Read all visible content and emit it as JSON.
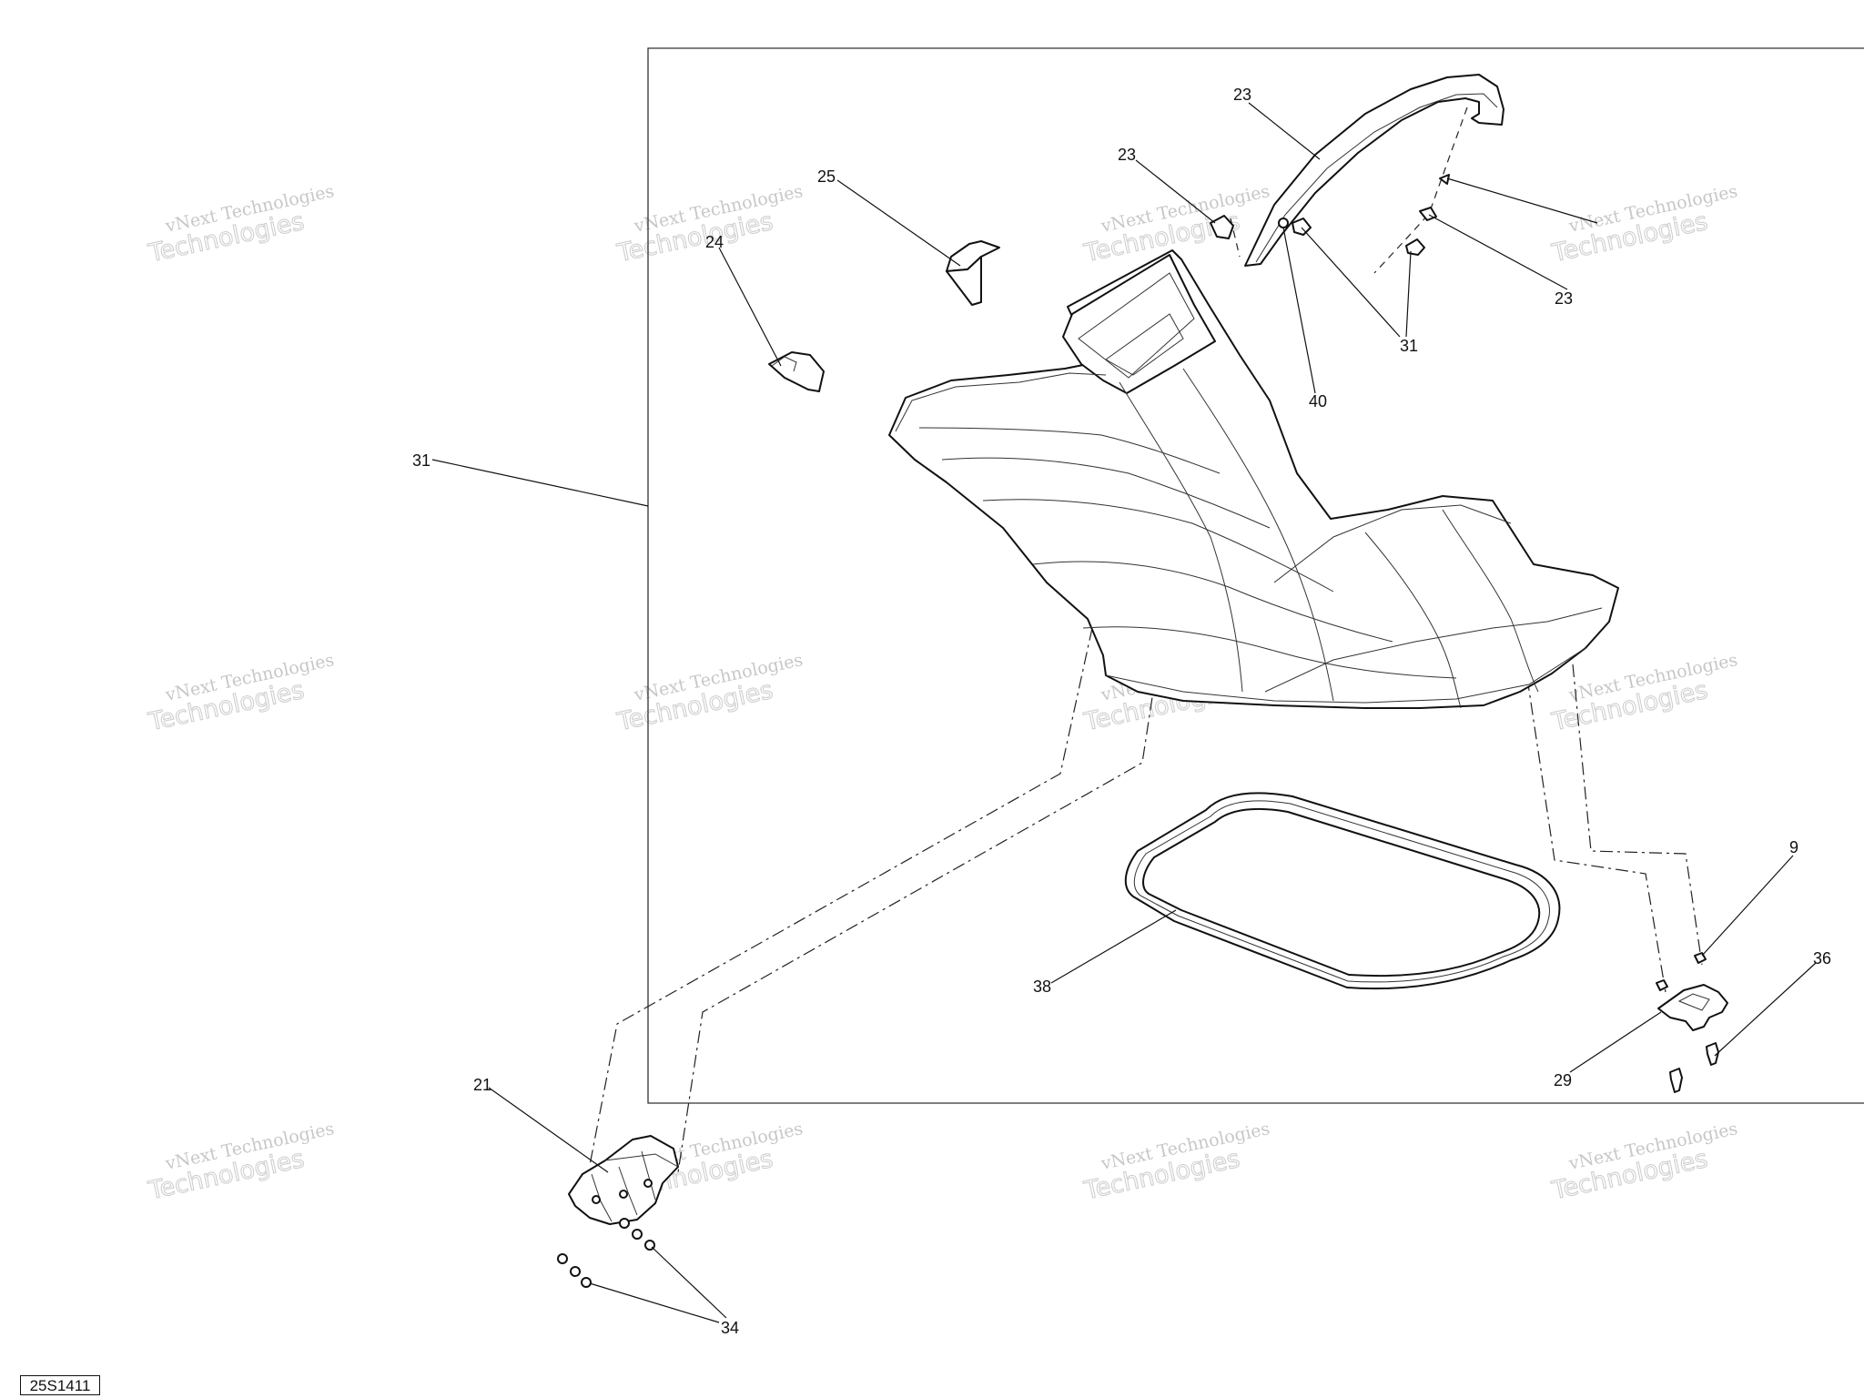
{
  "watermark": {
    "line1": "vNext Technologies",
    "line2": "Technologies"
  },
  "callouts": {
    "c23a": "23",
    "c23b": "23",
    "c23c": "23",
    "c25": "25",
    "c24": "24",
    "c31a": "31",
    "c31b": "31",
    "c40": "40",
    "c9": "9",
    "c36": "36",
    "c38": "38",
    "c29": "29",
    "c21": "21",
    "c34": "34"
  },
  "drawing_code": "25S1411"
}
